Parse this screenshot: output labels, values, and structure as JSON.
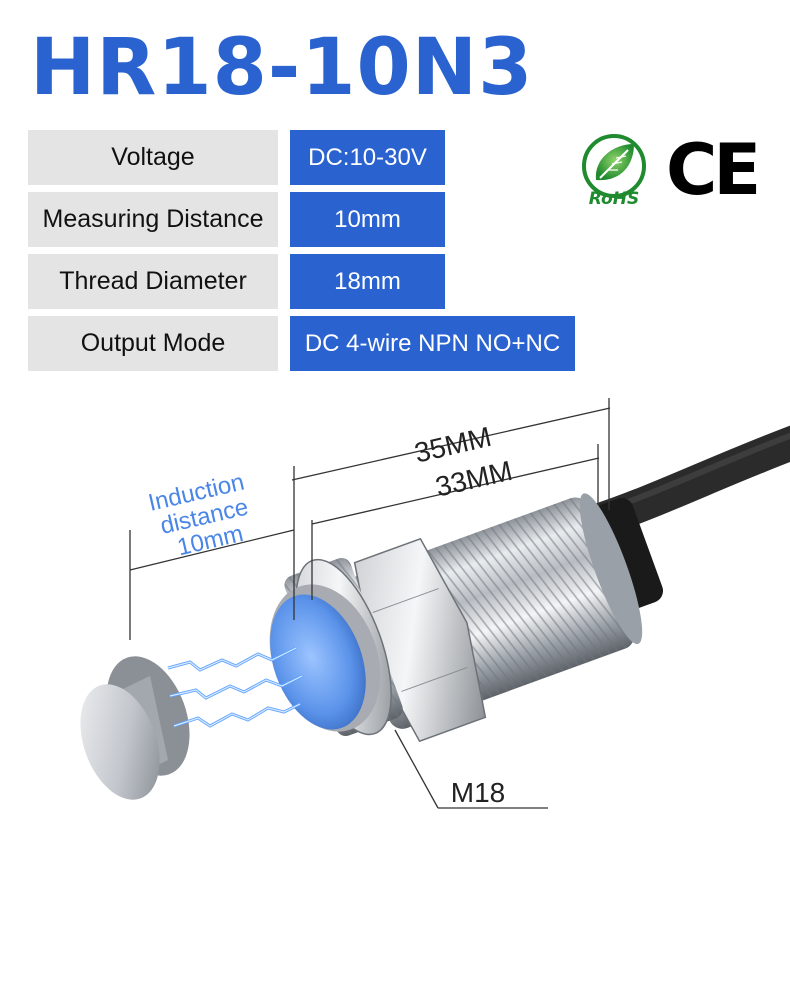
{
  "header": {
    "title": "HR18-10N3",
    "title_color": "#2a63d0"
  },
  "specs": [
    {
      "label": "Voltage",
      "value": "DC:10-30V"
    },
    {
      "label": "Measuring Distance",
      "value": "10mm"
    },
    {
      "label": "Thread Diameter",
      "value": "18mm"
    },
    {
      "label": "Output Mode",
      "value": "DC 4-wire NPN NO+NC"
    }
  ],
  "certifications": {
    "rohs_label": "RoHS",
    "ce_label": "CE"
  },
  "diagram": {
    "length_total": "35MM",
    "length_thread": "33MM",
    "induction_line1": "Induction",
    "induction_line2": "distance",
    "induction_line3": "10mm",
    "thread_label": "M18",
    "accent_color": "#4a86e8"
  }
}
